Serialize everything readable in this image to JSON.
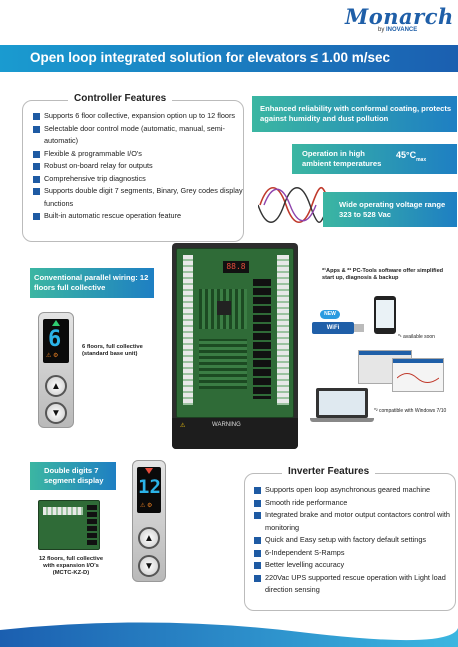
{
  "brand": {
    "logo": "Monarch",
    "by": "by",
    "company": "INOVANCE"
  },
  "banner": {
    "title": "Open loop integrated solution for elevators ≤ 1.00 m/sec"
  },
  "controller": {
    "title": "Controller Features",
    "items": [
      "Supports 6 floor collective, expansion option up to 12 floors",
      "Selectable door control mode (automatic, manual, semi-automatic)",
      "Flexible & programmable I/O's",
      "Robust on-board relay for outputs",
      "Comprehensive trip diagnostics",
      "Supports double digit 7 segments, Binary, Grey codes display functions",
      "Built-in automatic rescue operation feature"
    ]
  },
  "callouts": {
    "reliability": "Enhanced reliability with conformal coating, protects against humidity and dust pollution",
    "operation": "Operation in high ambient temperatures",
    "temperature": "45°C",
    "temp_sub": "max",
    "voltage": "Wide operating voltage range 323 to 528 Vac",
    "wiring": "Conventional parallel wiring: 12 floors full collective",
    "double": "Double digits 7 segment display"
  },
  "apps": {
    "text": "*¹Apps & *² PC-Tools software offer simplified start up, diagnosis & backup",
    "new": "NEW",
    "wifi": "WiFi",
    "note1": "*¹ available soon",
    "note2": "*² compatible with Windows 7/10"
  },
  "base_unit": {
    "digit": "6",
    "label": "6 floors, full collective (standard base unit)"
  },
  "expansion": {
    "digit": "12",
    "label": "12 floors, full collective with expansion I/O's (MCTC-KZ-D)"
  },
  "drive": {
    "display": "88.8",
    "warning": "WARNING"
  },
  "inverter": {
    "title": "Inverter Features",
    "items": [
      "Supports open loop asynchronous geared machine",
      "Smooth ride performance",
      "Integrated brake and motor output contactors control with monitoring",
      "Quick and Easy setup with factory default settings",
      "6-Independent S-Ramps",
      "Better levelling accuracy",
      "220Vac UPS supported rescue operation with Light load direction sensing"
    ]
  },
  "icons": {
    "up": "up-arrow-icon",
    "down": "down-arrow-icon"
  },
  "colors": {
    "brand": "#1f5fa8",
    "teal": "#3bb6a2",
    "blue": "#1e7fc3",
    "pcb": "#2f6b37"
  }
}
